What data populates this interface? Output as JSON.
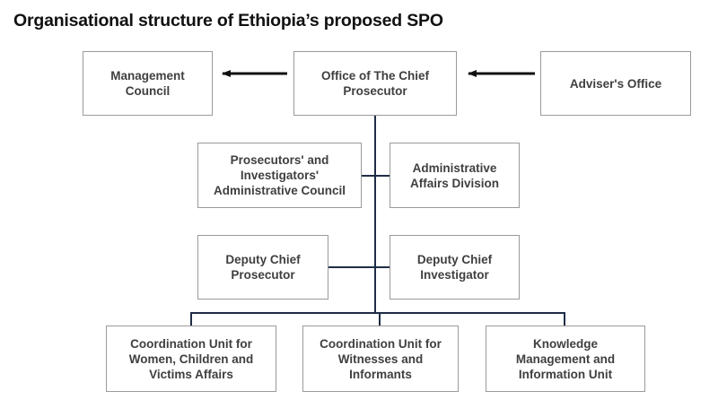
{
  "title": "Organisational structure of Ethiopia’s proposed SPO",
  "nodes": {
    "management_council": "Management\nCouncil",
    "chief_prosecutor": "Office of The Chief\nProsecutor",
    "advisers_office": "Adviser's Office",
    "admin_council": "Prosecutors' and\nInvestigators'\nAdministrative Council",
    "admin_affairs": "Administrative\nAffairs Division",
    "deputy_prosecutor": "Deputy Chief\nProsecutor",
    "deputy_investigator": "Deputy Chief\nInvestigator",
    "unit_women": "Coordination Unit for\nWomen, Children and\nVictims Affairs",
    "unit_witnesses": "Coordination Unit for\nWitnesses and\nInformants",
    "unit_knowledge": "Knowledge\nManagement and\nInformation Unit"
  }
}
